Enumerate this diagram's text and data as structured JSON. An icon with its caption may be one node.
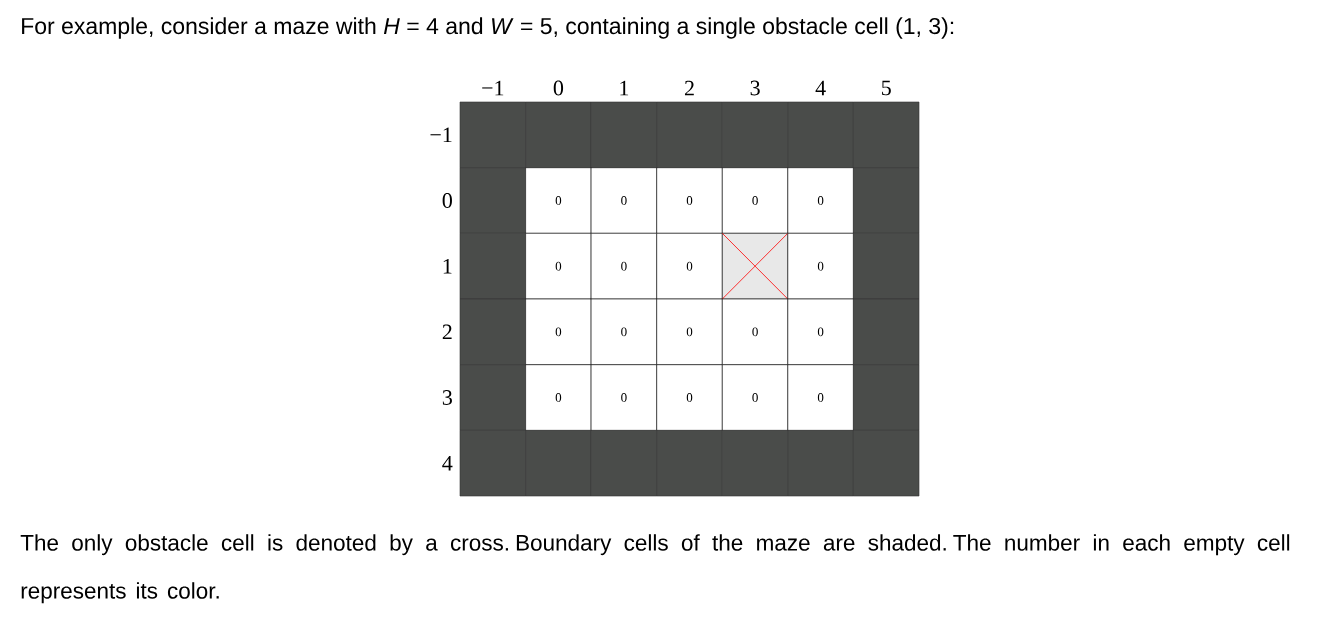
{
  "diagram": {
    "title": "For example, consider a maze with *H* = 4 and *W* = 5, containing a single obstacle cell (1, 3):",
    "caption": "The only obstacle cell is denoted by a cross. Boundary cells of the maze are shaded. The number in each empty cell represents its color.",
    "labels": [
      "−1",
      "0",
      "1",
      "2",
      "3",
      "4",
      "5",
      "−1",
      "0",
      "1",
      "2",
      "3",
      "4",
      "0",
      "0",
      "0",
      "0",
      "0",
      "0",
      "0",
      "0",
      "0",
      "0",
      "0",
      "0",
      "0",
      "0",
      "0",
      "0",
      "0",
      "0",
      "0"
    ]
  }
}
